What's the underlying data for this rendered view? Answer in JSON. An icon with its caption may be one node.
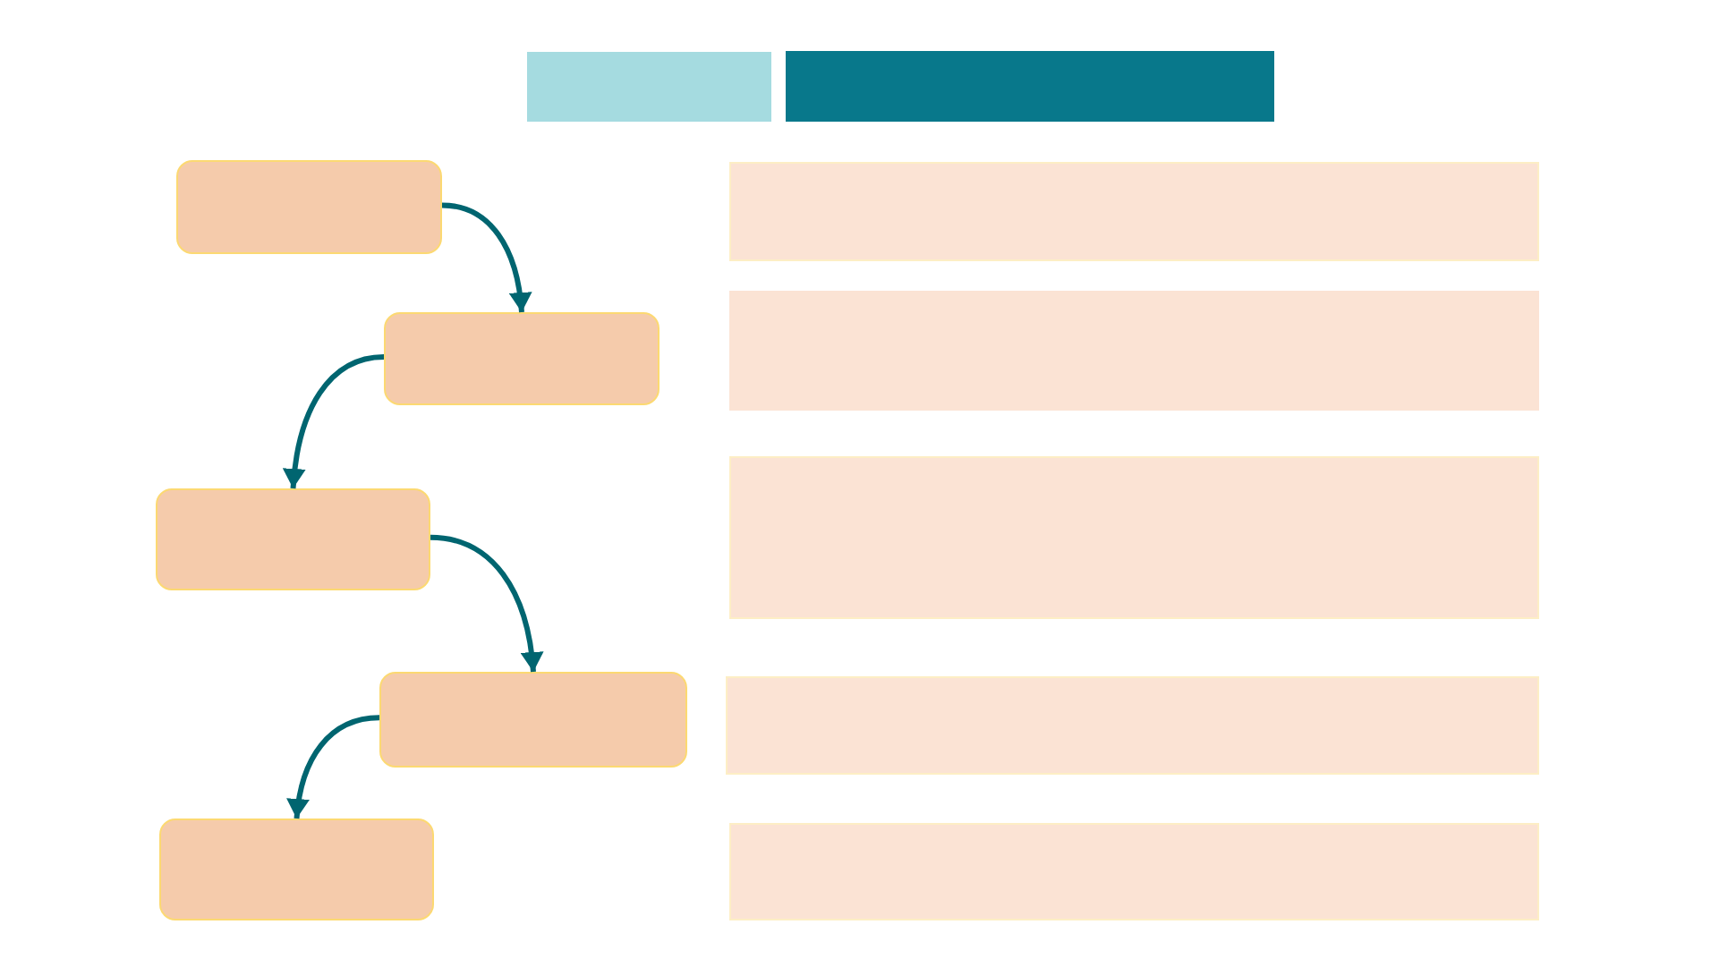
{
  "diagram": {
    "nodes": [
      {
        "text": [],
        "shape": "bar"
      },
      {
        "text": [],
        "shape": "bar"
      },
      {
        "text": [],
        "shape": "box"
      },
      {
        "text": [],
        "shape": "box"
      },
      {
        "text": [],
        "shape": "box"
      },
      {
        "text": [],
        "shape": "box"
      },
      {
        "text": [],
        "shape": "box"
      },
      {
        "text": [],
        "shape": "bar"
      },
      {
        "text": [],
        "shape": "bar"
      },
      {
        "text": [],
        "shape": "bar"
      },
      {
        "text": [],
        "shape": "bar"
      },
      {
        "text": [],
        "shape": "bar"
      }
    ],
    "edges": [
      {
        "from": 2,
        "to": 3,
        "arrow": "to"
      },
      {
        "from": 3,
        "to": 4,
        "arrow": "to"
      },
      {
        "from": 4,
        "to": 5,
        "arrow": "to"
      },
      {
        "from": 5,
        "to": 6,
        "arrow": "to"
      }
    ]
  }
}
